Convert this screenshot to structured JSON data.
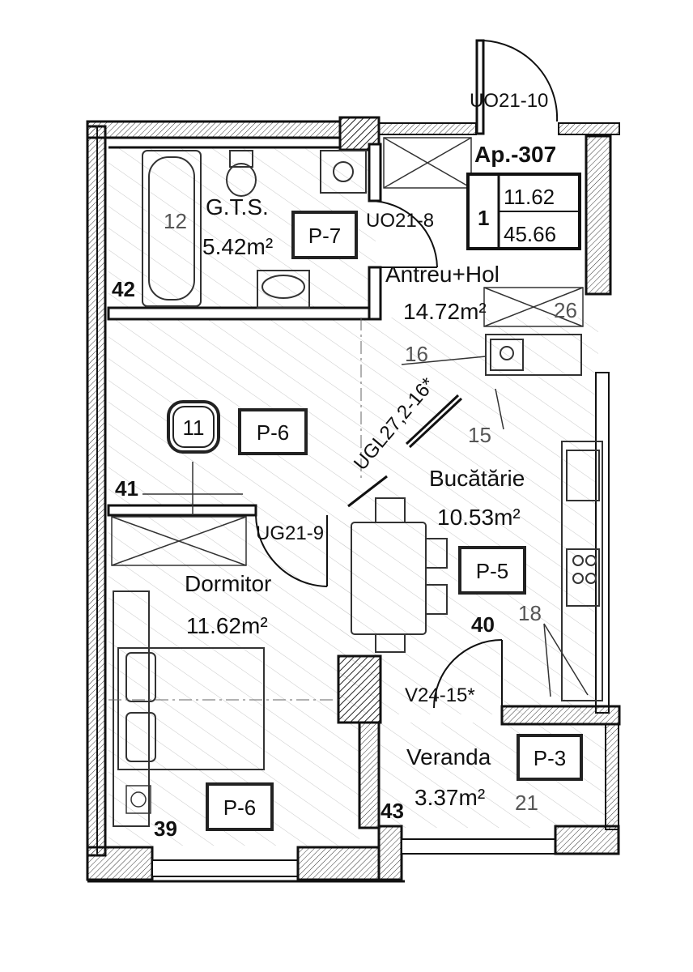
{
  "apartment": {
    "id": "Ap.-307",
    "rooms_count": "1",
    "area_1": "11.62",
    "area_2": "45.66"
  },
  "rooms": {
    "gts": {
      "name": "G.T.S.",
      "area": "5.42m²",
      "code": "P-7",
      "num": "12"
    },
    "antreu": {
      "name": "Antreu+Hol",
      "area": "14.72m²"
    },
    "living": {
      "code": "P-6",
      "num": "11"
    },
    "bucatarie": {
      "name": "Bucătărie",
      "area": "10.53m²",
      "code": "P-5"
    },
    "dormitor": {
      "name": "Dormitor",
      "area": "11.62m²",
      "code": "P-6"
    },
    "veranda": {
      "name": "Veranda",
      "area": "3.37m²",
      "code": "P-3"
    }
  },
  "doors": {
    "entry": "UO21-10",
    "bath": "UO21-8",
    "bedroom": "UG21-9",
    "glass": "UGL27,2-16*",
    "veranda": "V24-15*"
  },
  "numbers": {
    "n26": "26",
    "n16": "16",
    "n15": "15",
    "n18": "18",
    "n21": "21",
    "n39": "39",
    "n40": "40",
    "n41": "41",
    "n42": "42",
    "n43": "43"
  }
}
